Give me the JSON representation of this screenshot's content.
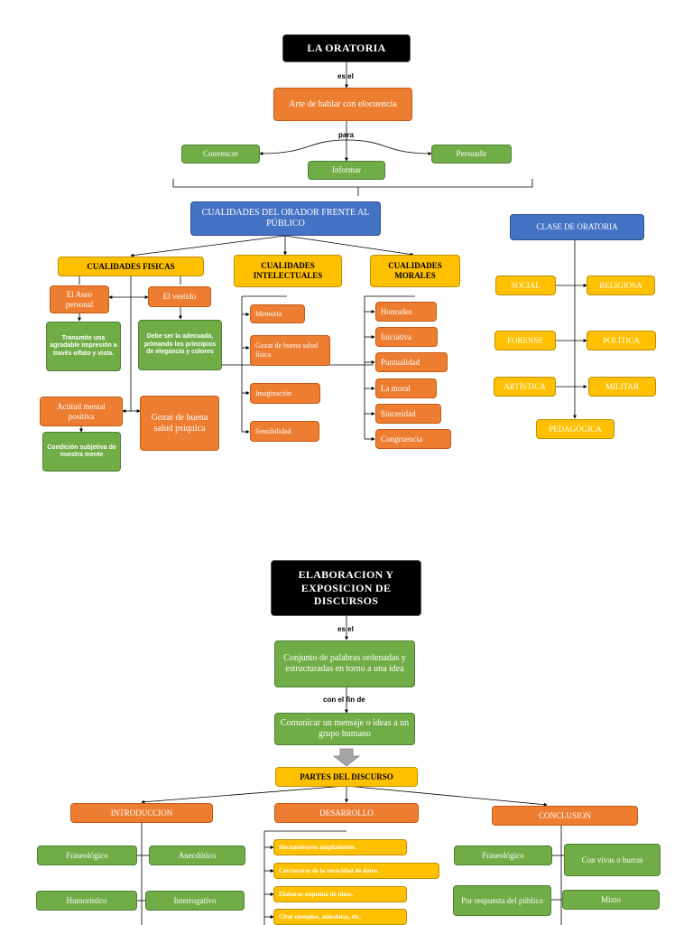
{
  "oratoria": {
    "title": "LA ORATORIA",
    "link_es_el": "es el",
    "definicion": "Arte de hablar con elocuencia",
    "link_para": "para",
    "fines": [
      "Convencer",
      "Informar",
      "Persuadir"
    ],
    "cualidades_title": "CUALIDADES DEL ORADOR FRENTE AL PÚBLICO",
    "fisicas": {
      "title": "CUALIDADES FISICAS",
      "aseo": "El Aseo personal",
      "aseo_desc": "Transmite una agradable impresión a través olfato y vista.",
      "vestido": "El vestido",
      "vestido_desc": "Debe ser la adecuada, primando los principios de elegancia y colores",
      "actitud": "Actitud mental positiva",
      "actitud_desc": "Condición subjetiva de nuestra mente",
      "salud_psiquica": "Gozar de buena salud psíquica"
    },
    "intelectuales": {
      "title": "CUALIDADES INTELECTUALES",
      "items": [
        "Memoria",
        "Gozar de buena salud física",
        "Imaginación",
        "Sensibilidad"
      ]
    },
    "morales": {
      "title": "CUALIDADES MORALES",
      "items": [
        "Honradez",
        "Iniciativa",
        "Puntualidad",
        "La moral",
        "Sinceridad",
        "Congruencia"
      ]
    },
    "clases": {
      "title": "CLASE DE ORATORIA",
      "items": [
        "SOCIAL",
        "RELIGIOSA",
        "FORENSE",
        "POLÍTICA",
        "ARTÍSTICA",
        "MILITAR",
        "PEDAGÓGICA"
      ]
    }
  },
  "discurso": {
    "title": "ELABORACION Y EXPOSICION DE DISCURSOS",
    "link_es_el": "es el",
    "definicion": "Conjunto de palabras ordenadas y estructuradas en torno a una idea",
    "link_con_el_fin": "con el fin de",
    "fin": "Comunicar un mensaje o ideas a un grupo humano",
    "partes_title": "PARTES DEL DISCURSO",
    "introduccion": {
      "title": "INTRODUCCION",
      "items": [
        "Fraseológico",
        "Anecdótico",
        "Humorístico",
        "Interrogativo"
      ]
    },
    "desarrollo": {
      "title": "DESARROLLO",
      "items": [
        "Documentarse ampliamente.",
        "Cerciorarse de la veracidad de datos.",
        "Elaborar esquema de ideas.",
        "Citar ejemplos, anécdotas, etc,"
      ]
    },
    "conclusion": {
      "title": "CONCLUSION",
      "items": [
        "Fraseológico",
        "Con vivas o hurras",
        "Por respuesta del público",
        "Mixto"
      ]
    }
  },
  "colors": {
    "orange": "#ed7d31",
    "green": "#70ad47",
    "blue": "#4472c4",
    "yellow": "#ffc000",
    "black": "#000000"
  }
}
